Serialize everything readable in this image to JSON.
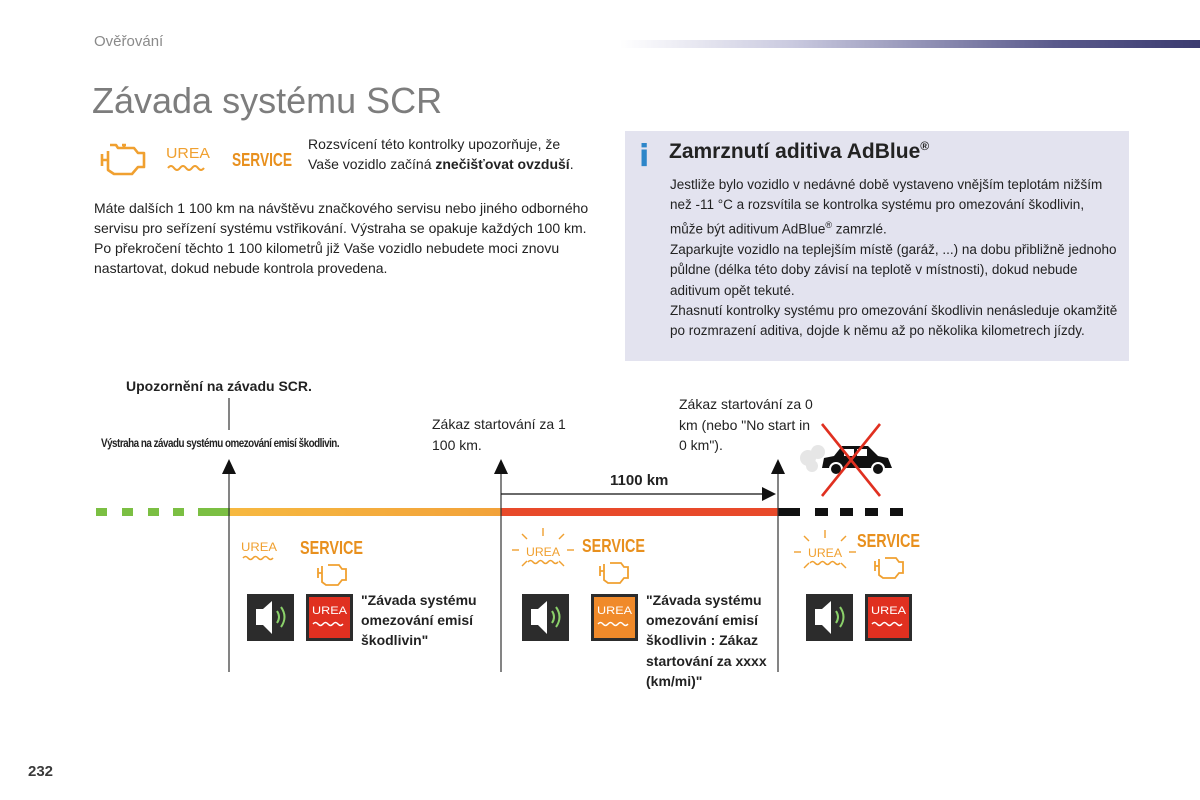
{
  "header": {
    "section": "Ověřování"
  },
  "title": "Závada systému SCR",
  "icons": {
    "urea": "UREA",
    "service": "SERVICE",
    "colors": {
      "orange": "#f0a030",
      "service_orange": "#e8901e",
      "red": "#e03020",
      "green": "#7bbf43",
      "info_blue": "#2d86c9"
    }
  },
  "intro": {
    "text_1": "Rozsvícení této kontrolky upozorňuje, že Vaše vozidlo začíná ",
    "bold": "znečišťovat ovzduší",
    "text_2": "."
  },
  "body": {
    "p1": "Máte dalších 1 100 km na návštěvu značkového servisu nebo jiného odborného servisu pro seřízení systému vstřikování. Výstraha se opakuje každých 100 km.",
    "p2": "Po překročení těchto 1 100 kilometrů již Vaše vozidlo nebudete moci znovu nastartovat, dokud nebude kontrola provedena."
  },
  "info_box": {
    "icon": "i",
    "title": "Zamrznutí aditiva AdBlue",
    "title_sup": "®",
    "p1_a": "Jestliže bylo vozidlo v nedávné době vystaveno vnějším teplotám nižším než -11 °C a rozsvítila se kontrolka systému pro omezování škodlivin, může být aditivum AdBlue",
    "p1_sup": "®",
    "p1_b": " zamrzlé.",
    "p2": "Zaparkujte vozidlo na teplejším místě (garáž, ...) na dobu přibližně jednoho půldne (délka této doby závisí na teplotě v místnosti), dokud nebude aditivum opět tekuté.",
    "p3": "Zhasnutí kontrolky systému pro omezování škodlivin nenásleduje okamžitě po rozmrazení aditiva, dojde k němu až po několika kilometrech jízdy."
  },
  "timeline": {
    "label_scr": "Upozornění na závadu SCR.",
    "label_vystraha": "Výstraha na závadu systému omezování emisí škodlivin.",
    "label_zakaz_1100": "Zákaz startování za 1 100 km.",
    "label_zakaz_0": "Zákaz startování za 0 km (nebo \"No start in 0 km\").",
    "distance": "1100 km",
    "msg_1": "\"Závada systému omezování emisí škodlivin\"",
    "msg_2": "\"Závada systému omezování emisí škodlivin : Zákaz startování za xxxx (km/mi)\""
  },
  "page_number": "232"
}
